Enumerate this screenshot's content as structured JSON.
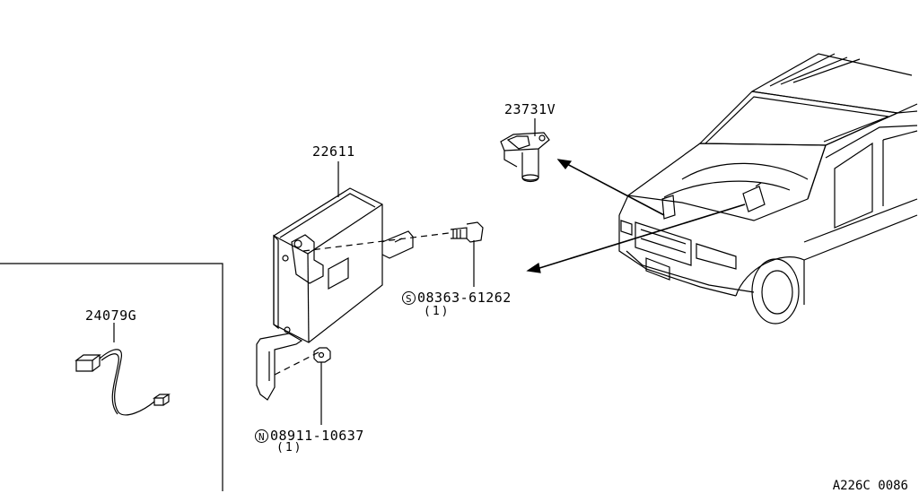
{
  "parts": {
    "ecu": {
      "number": "22611"
    },
    "sensor": {
      "number": "23731V"
    },
    "harness": {
      "number": "24079G"
    },
    "screw": {
      "prefix": "S",
      "number": "08363-61262",
      "qty": "(1)"
    },
    "nut": {
      "prefix": "N",
      "number": "08911-10637",
      "qty": "(1)"
    }
  },
  "diagram_code": "A226C 0086"
}
